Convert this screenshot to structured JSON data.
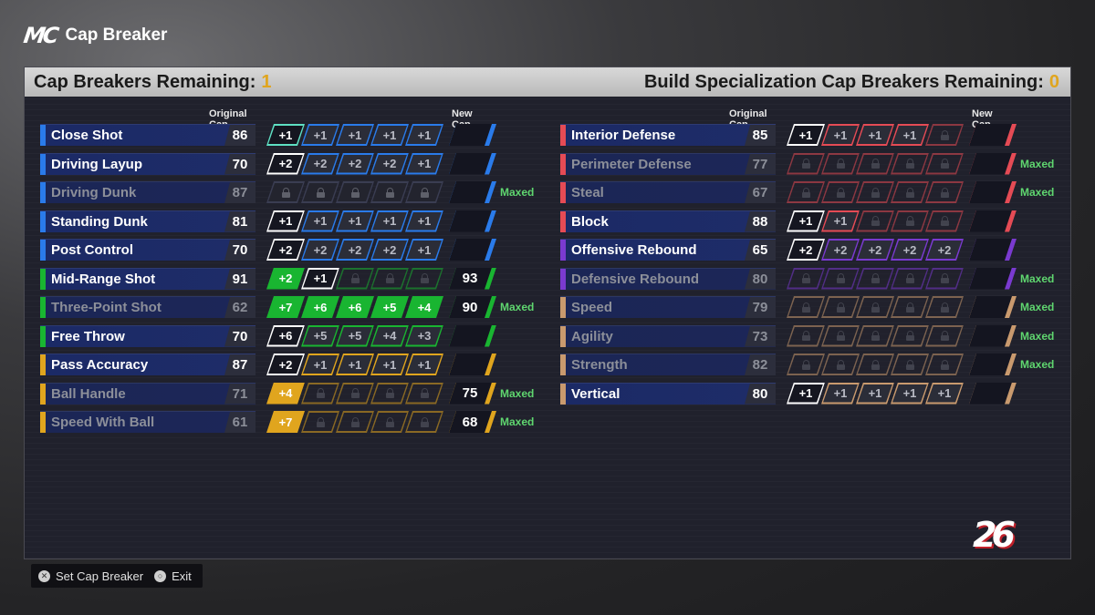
{
  "app": {
    "title": "Cap Breaker",
    "logo": "MC"
  },
  "header": {
    "left_label": "Cap Breakers Remaining:",
    "left_count": "1",
    "right_label": "Build Specialization Cap Breakers Remaining:",
    "right_count": "0"
  },
  "column_headers": {
    "original_cap": "Original Cap",
    "new_cap": "New Cap"
  },
  "colors": {
    "blue": "#2a7bea",
    "green": "#19b531",
    "gold": "#e0a51e",
    "red": "#e54b55",
    "purple": "#7a3ad0",
    "tan": "#c99a6e",
    "teal": "#5ee0c3",
    "white": "#ffffff"
  },
  "maxed_label": "Maxed",
  "left_attributes": [
    {
      "name": "Close Shot",
      "value": "86",
      "color": "blue",
      "maxed": false,
      "new_cap": "",
      "slots": [
        {
          "t": "current",
          "v": "+1",
          "teal": true
        },
        {
          "t": "avail",
          "v": "+1"
        },
        {
          "t": "avail",
          "v": "+1"
        },
        {
          "t": "avail",
          "v": "+1"
        },
        {
          "t": "avail",
          "v": "+1"
        }
      ]
    },
    {
      "name": "Driving Layup",
      "value": "70",
      "color": "blue",
      "maxed": false,
      "new_cap": "",
      "slots": [
        {
          "t": "current",
          "v": "+2"
        },
        {
          "t": "avail",
          "v": "+2"
        },
        {
          "t": "avail",
          "v": "+2"
        },
        {
          "t": "avail",
          "v": "+2"
        },
        {
          "t": "avail",
          "v": "+1"
        }
      ]
    },
    {
      "name": "Driving Dunk",
      "value": "87",
      "color": "blue",
      "maxed": true,
      "new_cap": "",
      "slots": [
        {
          "t": "locked"
        },
        {
          "t": "locked"
        },
        {
          "t": "locked"
        },
        {
          "t": "locked"
        },
        {
          "t": "locked"
        }
      ]
    },
    {
      "name": "Standing Dunk",
      "value": "81",
      "color": "blue",
      "maxed": false,
      "new_cap": "",
      "slots": [
        {
          "t": "current",
          "v": "+1"
        },
        {
          "t": "avail",
          "v": "+1"
        },
        {
          "t": "avail",
          "v": "+1"
        },
        {
          "t": "avail",
          "v": "+1"
        },
        {
          "t": "avail",
          "v": "+1"
        }
      ]
    },
    {
      "name": "Post Control",
      "value": "70",
      "color": "blue",
      "maxed": false,
      "new_cap": "",
      "slots": [
        {
          "t": "current",
          "v": "+2"
        },
        {
          "t": "avail",
          "v": "+2"
        },
        {
          "t": "avail",
          "v": "+2"
        },
        {
          "t": "avail",
          "v": "+2"
        },
        {
          "t": "avail",
          "v": "+1"
        }
      ]
    },
    {
      "name": "Mid-Range Shot",
      "value": "91",
      "color": "green",
      "maxed": false,
      "new_cap": "93",
      "slots": [
        {
          "t": "filled",
          "v": "+2"
        },
        {
          "t": "current",
          "v": "+1"
        },
        {
          "t": "locked"
        },
        {
          "t": "locked"
        },
        {
          "t": "locked"
        }
      ]
    },
    {
      "name": "Three-Point Shot",
      "value": "62",
      "color": "green",
      "maxed": true,
      "new_cap": "90",
      "slots": [
        {
          "t": "filled",
          "v": "+7"
        },
        {
          "t": "filled",
          "v": "+6"
        },
        {
          "t": "filled",
          "v": "+6"
        },
        {
          "t": "filled",
          "v": "+5"
        },
        {
          "t": "filled",
          "v": "+4"
        }
      ]
    },
    {
      "name": "Free Throw",
      "value": "70",
      "color": "green",
      "maxed": false,
      "new_cap": "",
      "slots": [
        {
          "t": "current",
          "v": "+6"
        },
        {
          "t": "avail",
          "v": "+5"
        },
        {
          "t": "avail",
          "v": "+5"
        },
        {
          "t": "avail",
          "v": "+4"
        },
        {
          "t": "avail",
          "v": "+3"
        }
      ]
    },
    {
      "name": "Pass Accuracy",
      "value": "87",
      "color": "gold",
      "maxed": false,
      "new_cap": "",
      "slots": [
        {
          "t": "current",
          "v": "+2"
        },
        {
          "t": "avail",
          "v": "+1"
        },
        {
          "t": "avail",
          "v": "+1"
        },
        {
          "t": "avail",
          "v": "+1"
        },
        {
          "t": "avail",
          "v": "+1"
        }
      ]
    },
    {
      "name": "Ball Handle",
      "value": "71",
      "color": "gold",
      "maxed": true,
      "new_cap": "75",
      "slots": [
        {
          "t": "filled",
          "v": "+4"
        },
        {
          "t": "locked"
        },
        {
          "t": "locked"
        },
        {
          "t": "locked"
        },
        {
          "t": "locked"
        }
      ]
    },
    {
      "name": "Speed With Ball",
      "value": "61",
      "color": "gold",
      "maxed": true,
      "new_cap": "68",
      "slots": [
        {
          "t": "filled",
          "v": "+7"
        },
        {
          "t": "locked"
        },
        {
          "t": "locked"
        },
        {
          "t": "locked"
        },
        {
          "t": "locked"
        }
      ]
    }
  ],
  "right_attributes": [
    {
      "name": "Interior Defense",
      "value": "85",
      "color": "red",
      "maxed": false,
      "new_cap": "",
      "slots": [
        {
          "t": "current",
          "v": "+1"
        },
        {
          "t": "avail",
          "v": "+1"
        },
        {
          "t": "avail",
          "v": "+1"
        },
        {
          "t": "avail",
          "v": "+1"
        },
        {
          "t": "locked"
        }
      ]
    },
    {
      "name": "Perimeter Defense",
      "value": "77",
      "color": "red",
      "maxed": true,
      "new_cap": "",
      "slots": [
        {
          "t": "locked"
        },
        {
          "t": "locked"
        },
        {
          "t": "locked"
        },
        {
          "t": "locked"
        },
        {
          "t": "locked"
        }
      ]
    },
    {
      "name": "Steal",
      "value": "67",
      "color": "red",
      "maxed": true,
      "new_cap": "",
      "slots": [
        {
          "t": "locked"
        },
        {
          "t": "locked"
        },
        {
          "t": "locked"
        },
        {
          "t": "locked"
        },
        {
          "t": "locked"
        }
      ]
    },
    {
      "name": "Block",
      "value": "88",
      "color": "red",
      "maxed": false,
      "new_cap": "",
      "slots": [
        {
          "t": "current",
          "v": "+1"
        },
        {
          "t": "avail",
          "v": "+1"
        },
        {
          "t": "locked"
        },
        {
          "t": "locked"
        },
        {
          "t": "locked"
        }
      ]
    },
    {
      "name": "Offensive Rebound",
      "value": "65",
      "color": "purple",
      "maxed": false,
      "new_cap": "",
      "slots": [
        {
          "t": "current",
          "v": "+2"
        },
        {
          "t": "avail",
          "v": "+2"
        },
        {
          "t": "avail",
          "v": "+2"
        },
        {
          "t": "avail",
          "v": "+2"
        },
        {
          "t": "avail",
          "v": "+2"
        }
      ]
    },
    {
      "name": "Defensive Rebound",
      "value": "80",
      "color": "purple",
      "maxed": true,
      "new_cap": "",
      "slots": [
        {
          "t": "locked"
        },
        {
          "t": "locked"
        },
        {
          "t": "locked"
        },
        {
          "t": "locked"
        },
        {
          "t": "locked"
        }
      ]
    },
    {
      "name": "Speed",
      "value": "79",
      "color": "tan",
      "maxed": true,
      "new_cap": "",
      "slots": [
        {
          "t": "locked"
        },
        {
          "t": "locked"
        },
        {
          "t": "locked"
        },
        {
          "t": "locked"
        },
        {
          "t": "locked"
        }
      ]
    },
    {
      "name": "Agility",
      "value": "73",
      "color": "tan",
      "maxed": true,
      "new_cap": "",
      "slots": [
        {
          "t": "locked"
        },
        {
          "t": "locked"
        },
        {
          "t": "locked"
        },
        {
          "t": "locked"
        },
        {
          "t": "locked"
        }
      ]
    },
    {
      "name": "Strength",
      "value": "82",
      "color": "tan",
      "maxed": true,
      "new_cap": "",
      "slots": [
        {
          "t": "locked"
        },
        {
          "t": "locked"
        },
        {
          "t": "locked"
        },
        {
          "t": "locked"
        },
        {
          "t": "locked"
        }
      ]
    },
    {
      "name": "Vertical",
      "value": "80",
      "color": "tan",
      "maxed": false,
      "new_cap": "",
      "slots": [
        {
          "t": "current",
          "v": "+1"
        },
        {
          "t": "avail",
          "v": "+1"
        },
        {
          "t": "avail",
          "v": "+1"
        },
        {
          "t": "avail",
          "v": "+1"
        },
        {
          "t": "avail",
          "v": "+1"
        }
      ]
    }
  ],
  "footer": {
    "hints": [
      {
        "icon": "cross-button-icon",
        "label": "Set Cap Breaker"
      },
      {
        "icon": "circle-button-icon",
        "label": "Exit"
      }
    ]
  },
  "brand_logo": "26"
}
